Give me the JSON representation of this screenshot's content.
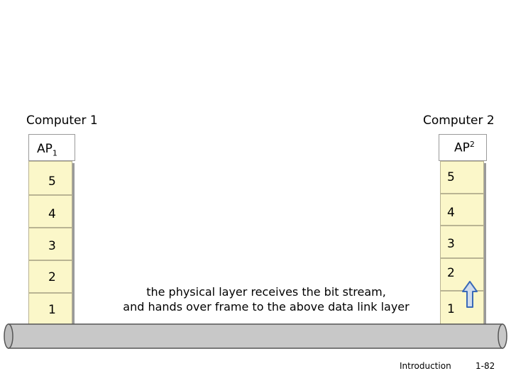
{
  "computer1": {
    "title": "Computer 1",
    "ap_main": "AP",
    "ap_sub": "1",
    "layers": [
      "5",
      "4",
      "3",
      "2",
      "1"
    ]
  },
  "computer2": {
    "title": "Computer 2",
    "ap_main": "AP",
    "ap_sup": "2",
    "layers": [
      "5",
      "4",
      "3",
      "2",
      "1"
    ]
  },
  "caption": {
    "line1": "the physical layer receives the bit stream,",
    "line2": "and hands over frame to the above data link layer"
  },
  "footer": {
    "section": "Introduction",
    "page": "1-82"
  },
  "colors": {
    "layer_fill": "#fbf7c9",
    "cable_fill": "#c8c8c8",
    "arrow_fill": "#d0dcec",
    "arrow_stroke": "#3a6ab8"
  }
}
